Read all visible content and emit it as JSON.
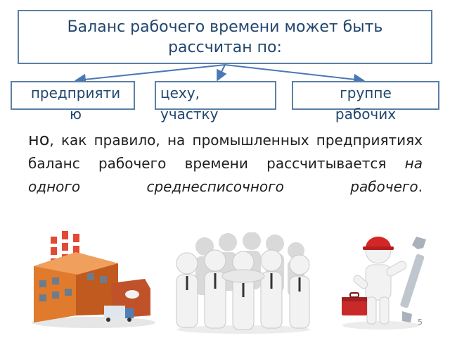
{
  "diagram": {
    "top_box": {
      "line1": "Баланс рабочего времени может быть",
      "line2": "рассчитан по:"
    },
    "sub_boxes": [
      {
        "line1": "предприяти",
        "line2": "ю"
      },
      {
        "line1": "цеху,",
        "line2": "участку"
      },
      {
        "line1": "группе",
        "line2": "рабочих"
      }
    ]
  },
  "paragraph": {
    "lead": "но",
    "text1": ", как правило, на промышленных предприятиях баланс рабочего времени рассчитывается ",
    "emphasis": "на одного среднесписочного рабочего",
    "end": "."
  },
  "slide_number": "5",
  "colors": {
    "box_border": "#5b7fa6",
    "box_text": "#22466e",
    "arrow": "#4a78b5"
  },
  "icons": [
    "factory-icon",
    "team-icon",
    "worker-with-wrench-icon"
  ]
}
